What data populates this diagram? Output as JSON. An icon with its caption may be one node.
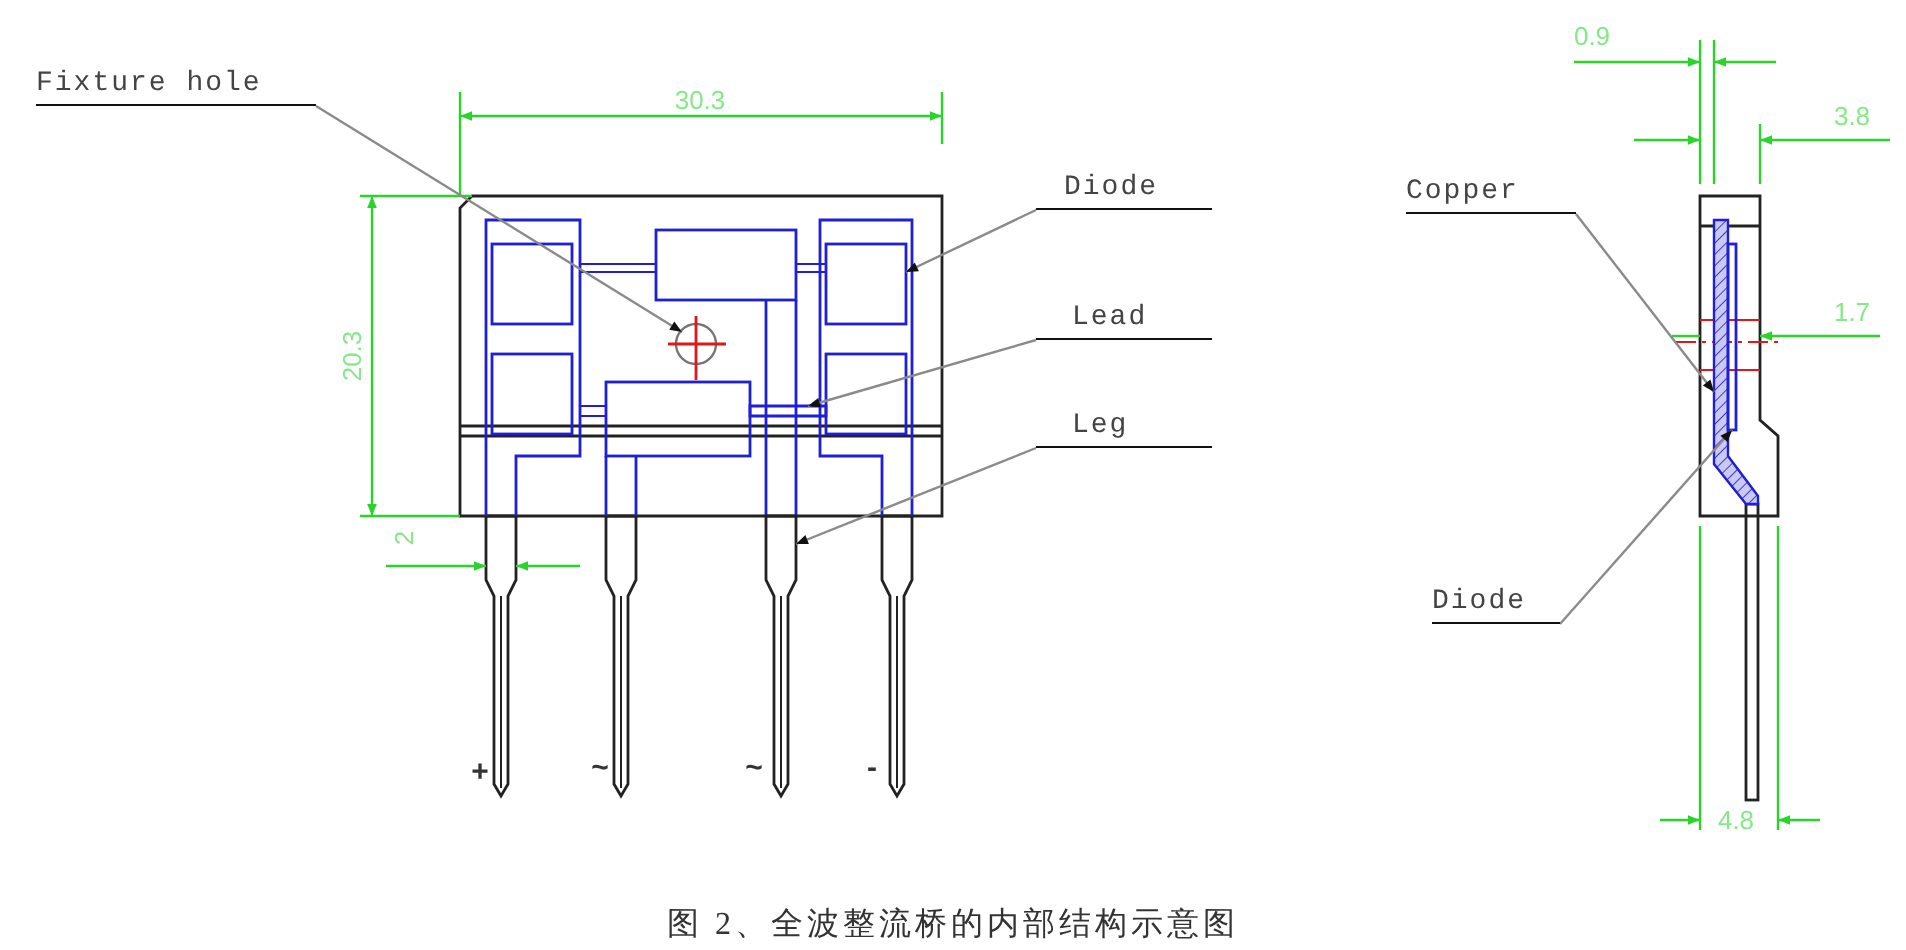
{
  "diagram": {
    "caption": "图 2、全波整流桥的内部结构示意图",
    "nodes": [
      {
        "text": [
          "Fixture hole"
        ]
      },
      {
        "text": [],
        "shape": "circle"
      },
      {
        "text": [
          "Diode"
        ]
      },
      {
        "text": [],
        "shape": "box"
      },
      {
        "text": [
          "Lead"
        ]
      },
      {
        "text": [],
        "shape": "bar"
      },
      {
        "text": [
          "Leg"
        ]
      },
      {
        "text": [],
        "shape": "bar"
      },
      {
        "text": [
          "Copper"
        ]
      },
      {
        "text": [],
        "shape": "bar"
      },
      {
        "text": [
          "Diode"
        ]
      },
      {
        "text": [],
        "shape": "box"
      }
    ],
    "edges": [
      {
        "from": 0,
        "to": 1,
        "arrow": "to"
      },
      {
        "from": 2,
        "to": 3,
        "arrow": "to"
      },
      {
        "from": 4,
        "to": 5,
        "arrow": "to"
      },
      {
        "from": 6,
        "to": 7,
        "arrow": "to"
      },
      {
        "from": 8,
        "to": 9,
        "arrow": "to"
      },
      {
        "from": 10,
        "to": 11,
        "arrow": "to"
      }
    ],
    "labels": [
      "30.3",
      "20.3",
      "2",
      "+",
      "~",
      "~",
      "-",
      "0.9",
      "3.8",
      "1.7",
      "4.8"
    ]
  }
}
